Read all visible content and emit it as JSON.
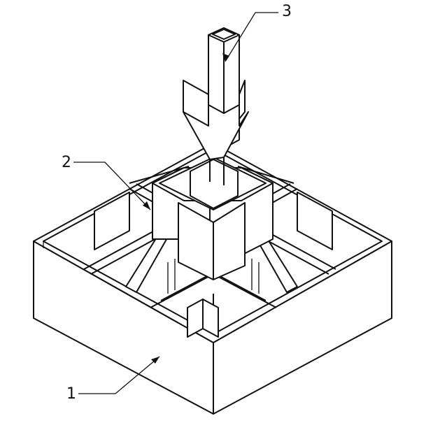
{
  "labels": {
    "base_frame": "1",
    "support_gusset": "2",
    "column": "3"
  }
}
